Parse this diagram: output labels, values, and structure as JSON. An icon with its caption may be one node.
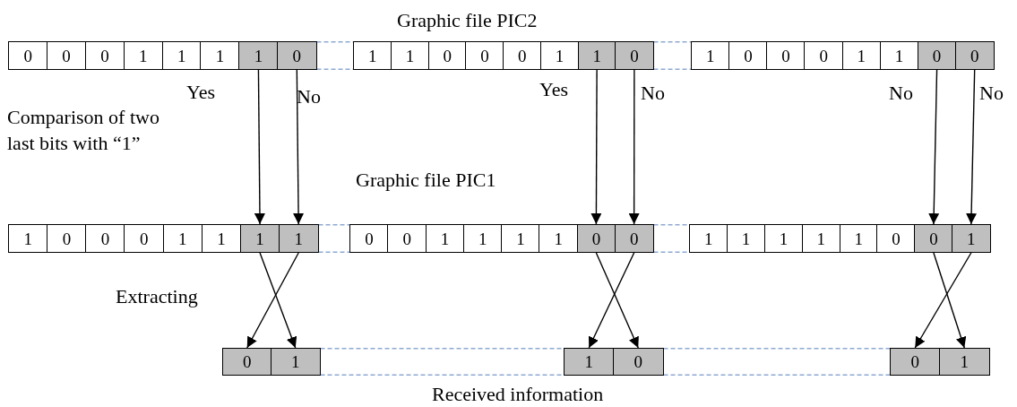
{
  "diagram": {
    "nodes": [
      {
        "text": [
          "0"
        ]
      },
      {
        "text": [
          "0"
        ]
      },
      {
        "text": [
          "0"
        ]
      },
      {
        "text": [
          "1"
        ]
      },
      {
        "text": [
          "1"
        ]
      },
      {
        "text": [
          "1"
        ]
      },
      {
        "text": [
          "1"
        ]
      },
      {
        "text": [
          "0"
        ]
      },
      {
        "text": [
          "1"
        ]
      },
      {
        "text": [
          "1"
        ]
      },
      {
        "text": [
          "0"
        ]
      },
      {
        "text": [
          "0"
        ]
      },
      {
        "text": [
          "0"
        ]
      },
      {
        "text": [
          "1"
        ]
      },
      {
        "text": [
          "1"
        ]
      },
      {
        "text": [
          "0"
        ]
      },
      {
        "text": [
          "1"
        ]
      },
      {
        "text": [
          "0"
        ]
      },
      {
        "text": [
          "0"
        ]
      },
      {
        "text": [
          "0"
        ]
      },
      {
        "text": [
          "1"
        ]
      },
      {
        "text": [
          "1"
        ]
      },
      {
        "text": [
          "0"
        ]
      },
      {
        "text": [
          "0"
        ]
      },
      {
        "text": [
          "1"
        ]
      },
      {
        "text": [
          "0"
        ]
      },
      {
        "text": [
          "0"
        ]
      },
      {
        "text": [
          "0"
        ]
      },
      {
        "text": [
          "1"
        ]
      },
      {
        "text": [
          "1"
        ]
      },
      {
        "text": [
          "1"
        ]
      },
      {
        "text": [
          "1"
        ]
      },
      {
        "text": [
          "0"
        ]
      },
      {
        "text": [
          "0"
        ]
      },
      {
        "text": [
          "1"
        ]
      },
      {
        "text": [
          "1"
        ]
      },
      {
        "text": [
          "1"
        ]
      },
      {
        "text": [
          "1"
        ]
      },
      {
        "text": [
          "0"
        ]
      },
      {
        "text": [
          "0"
        ]
      },
      {
        "text": [
          "1"
        ]
      },
      {
        "text": [
          "1"
        ]
      },
      {
        "text": [
          "1"
        ]
      },
      {
        "text": [
          "1"
        ]
      },
      {
        "text": [
          "1"
        ]
      },
      {
        "text": [
          "0"
        ]
      },
      {
        "text": [
          "0"
        ]
      },
      {
        "text": [
          "1"
        ]
      },
      {
        "text": [
          "0"
        ]
      },
      {
        "text": [
          "1"
        ]
      },
      {
        "text": [
          "1"
        ]
      },
      {
        "text": [
          "0"
        ]
      },
      {
        "text": [
          "0"
        ]
      },
      {
        "text": [
          "1"
        ]
      }
    ],
    "edges": [
      {
        "from": 6,
        "to": 30,
        "arrow": "to"
      },
      {
        "from": 7,
        "to": 31,
        "arrow": "to"
      },
      {
        "from": 14,
        "to": 38,
        "arrow": "to"
      },
      {
        "from": 15,
        "to": 39,
        "arrow": "to"
      },
      {
        "from": 22,
        "to": 46,
        "arrow": "to"
      },
      {
        "from": 23,
        "to": 47,
        "arrow": "to"
      },
      {
        "from": 30,
        "to": 49,
        "arrow": "to"
      },
      {
        "from": 31,
        "to": 48,
        "arrow": "to"
      },
      {
        "from": 38,
        "to": 51,
        "arrow": "to"
      },
      {
        "from": 39,
        "to": 50,
        "arrow": "to"
      },
      {
        "from": 46,
        "to": 53,
        "arrow": "to"
      },
      {
        "from": 47,
        "to": 52,
        "arrow": "to"
      },
      {
        "from": 7,
        "to": 8,
        "arrow": "none",
        "style": "dashed",
        "color": "#8ea9d1"
      },
      {
        "from": 15,
        "to": 16,
        "arrow": "none",
        "style": "dashed",
        "color": "#8ea9d1"
      },
      {
        "from": 31,
        "to": 32,
        "arrow": "none",
        "style": "dashed",
        "color": "#8ea9d1"
      },
      {
        "from": 39,
        "to": 40,
        "arrow": "none",
        "style": "dashed",
        "color": "#8ea9d1"
      },
      {
        "from": 49,
        "to": 50,
        "arrow": "none",
        "style": "dashed",
        "color": "#8ea9d1"
      },
      {
        "from": 51,
        "to": 52,
        "arrow": "none",
        "style": "dashed",
        "color": "#8ea9d1"
      }
    ],
    "labels": [
      "Graphic file PIC2",
      "Yes",
      "No",
      "Yes",
      "No",
      "No",
      "No",
      "Comparison of two last bits with “1”",
      "Graphic file PIC1",
      "Extracting",
      "Received information"
    ]
  }
}
